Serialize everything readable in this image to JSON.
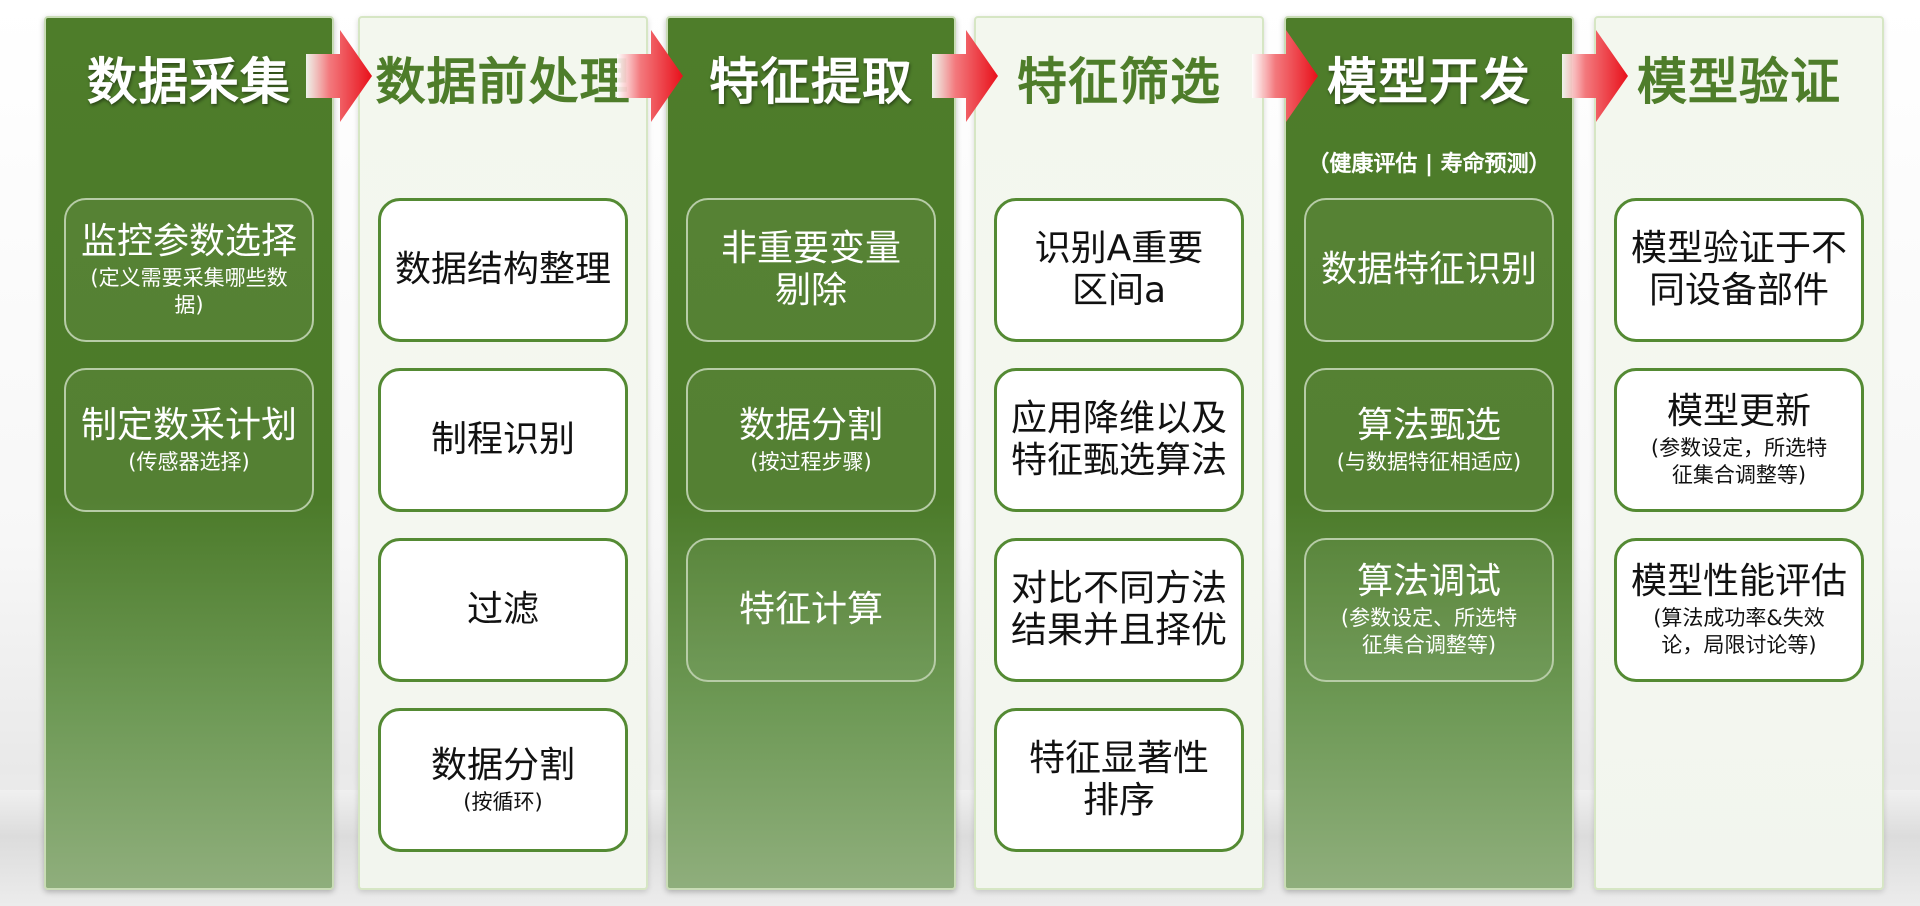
{
  "columns": [
    {
      "title": "数据采集",
      "subtitle": "",
      "style": "dark",
      "boxes": [
        {
          "main": "监控参数选择",
          "note": "(定义需要采集哪些数据)"
        },
        {
          "main": "制定数采计划",
          "note": "(传感器选择)"
        }
      ]
    },
    {
      "title": "数据前处理",
      "subtitle": "",
      "style": "light",
      "boxes": [
        {
          "main": "数据结构整理",
          "note": ""
        },
        {
          "main": "制程识别",
          "note": ""
        },
        {
          "main": "过滤",
          "note": ""
        },
        {
          "main": "数据分割",
          "note": "(按循环)"
        }
      ]
    },
    {
      "title": "特征提取",
      "subtitle": "",
      "style": "dark",
      "boxes": [
        {
          "main": "非重要变量剔除",
          "note": ""
        },
        {
          "main": "数据分割",
          "note": "(按过程步骤)"
        },
        {
          "main": "特征计算",
          "note": ""
        }
      ]
    },
    {
      "title": "特征筛选",
      "subtitle": "",
      "style": "light",
      "boxes": [
        {
          "main": "识别A重要区间a",
          "note": ""
        },
        {
          "main": "应用降维以及特征甄选算法",
          "note": ""
        },
        {
          "main": "对比不同方法结果并且择优",
          "note": ""
        },
        {
          "main": "特征显著性排序",
          "note": ""
        }
      ]
    },
    {
      "title": "模型开发",
      "subtitle": "（健康评估 | 寿命预测）",
      "style": "dark",
      "boxes": [
        {
          "main": "数据特征识别",
          "note": ""
        },
        {
          "main": "算法甄选",
          "note": "(与数据特征相适应)"
        },
        {
          "main": "算法调试",
          "note": "(参数设定、所选特征集合调整等)"
        }
      ]
    },
    {
      "title": "模型验证",
      "subtitle": "",
      "style": "light",
      "boxes": [
        {
          "main": "模型验证于不同设备部件",
          "note": ""
        },
        {
          "main": "模型更新",
          "note": "(参数设定，所选特征集合调整等)"
        },
        {
          "main": "模型性能评估",
          "note": "(算法成功率&失效论，局限讨论等)"
        }
      ]
    }
  ],
  "colors": {
    "dark_green": "#4e7d2a",
    "light_panel": "#f3f7ee",
    "arrow_red": "#e8101a",
    "box_border_green": "#548a33"
  },
  "icons": [
    "right-arrow-icon"
  ]
}
